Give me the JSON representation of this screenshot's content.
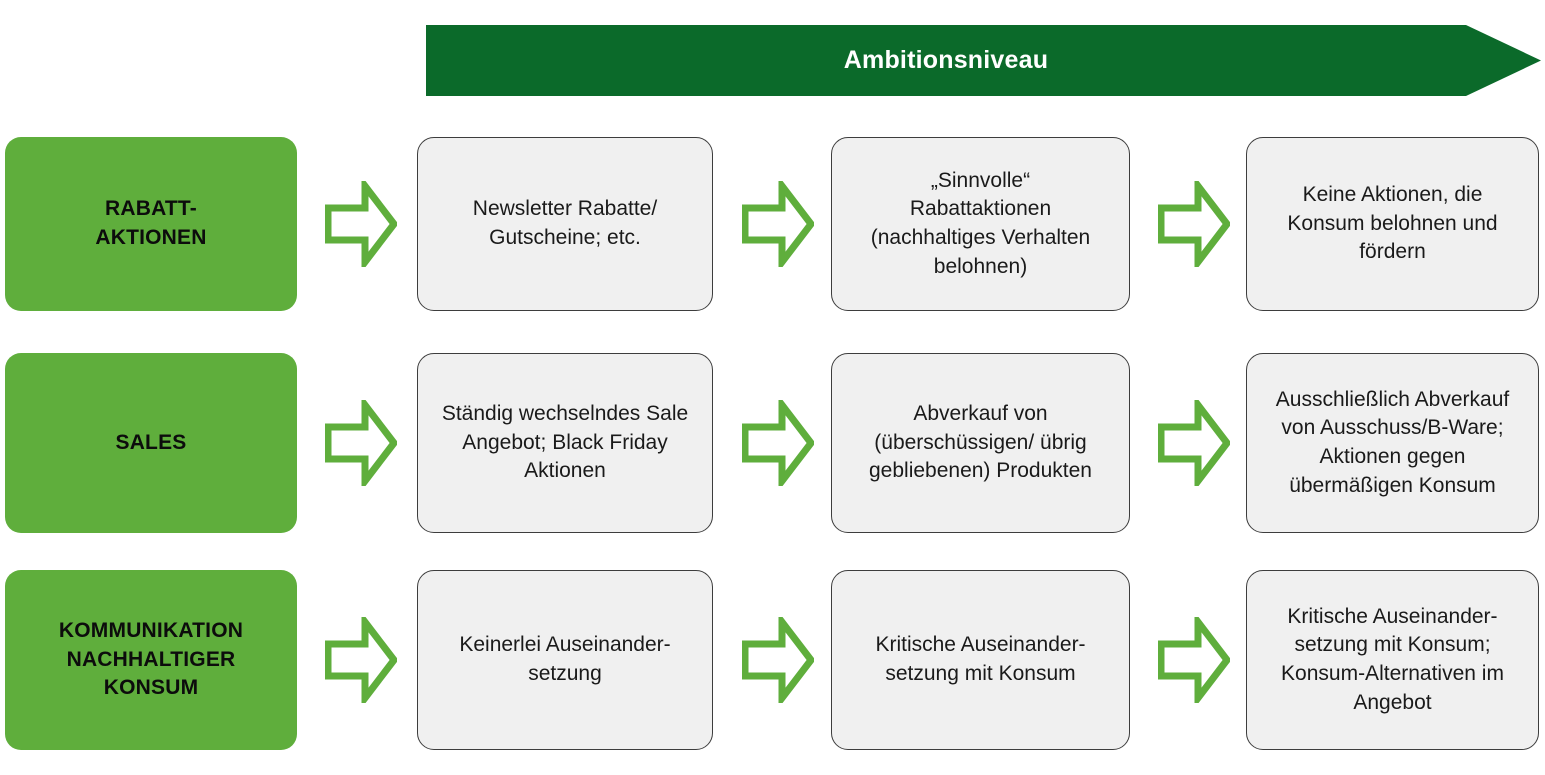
{
  "header": {
    "title": "Ambitionsniveau",
    "banner_color": "#0B6A2A",
    "text_color": "#FFFFFF"
  },
  "theme": {
    "category_green": "#5FAE3C",
    "arrow_green": "#5FAE3C",
    "box_fill": "#F0F0F0",
    "box_border": "#3D3D3D",
    "text_dark": "#1A1A1A"
  },
  "arrow_icon_name": "right-arrow-icon",
  "rows": [
    {
      "category": "RABATT-\nAKTIONEN",
      "stages": [
        "Newsletter Rabatte/\nGutscheine; etc.",
        "„Sinnvolle“\nRabattaktionen\n(nachhaltiges Verhalten\nbelohnen)",
        "Keine Aktionen, die\nKonsum belohnen und\nfördern"
      ]
    },
    {
      "category": "SALES",
      "stages": [
        "Ständig wechselndes Sale\nAngebot; Black Friday\nAktionen",
        "Abverkauf von\n(überschüssigen/ übrig\ngebliebenen) Produkten",
        "Ausschließlich Abverkauf\nvon Ausschuss/B-Ware;\nAktionen gegen\nübermäßigen Konsum"
      ]
    },
    {
      "category": "KOMMUNIKATION\nNACHHALTIGER\nKONSUM",
      "stages": [
        "Keinerlei Auseinander-\nsetzung",
        "Kritische Auseinander-\nsetzung mit Konsum",
        "Kritische Auseinander-\nsetzung mit Konsum;\nKonsum-Alternativen im\nAngebot"
      ]
    }
  ]
}
